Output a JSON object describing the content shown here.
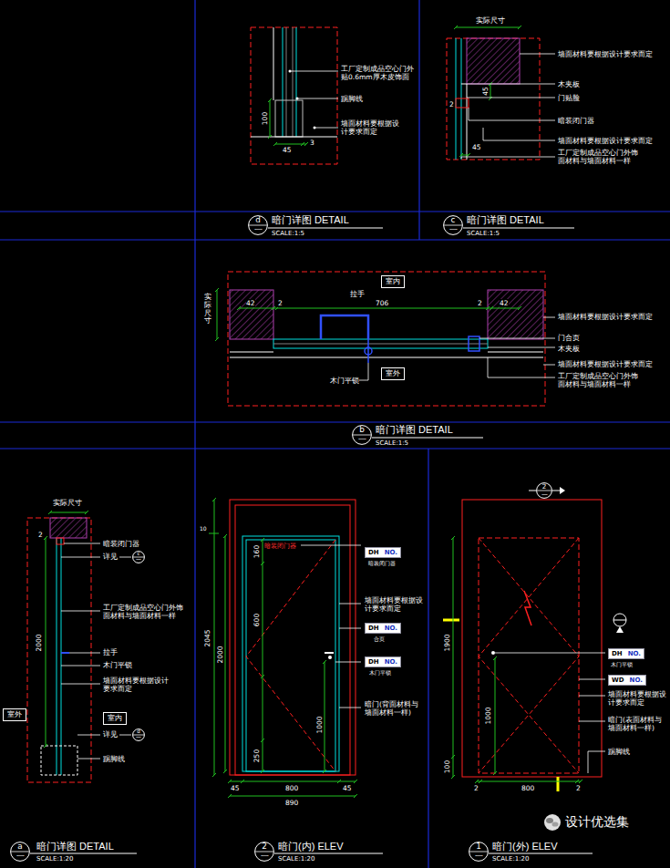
{
  "diagram": {
    "nodes": [
      {
        "text": [
          "d",
          "一"
        ]
      },
      {
        "text": [
          "c",
          "一"
        ]
      },
      {
        "text": [
          "室内"
        ]
      },
      {
        "text": [
          "室外"
        ]
      },
      {
        "text": [
          "b",
          "一"
        ]
      },
      {
        "text": [
          "c",
          "一"
        ]
      },
      {
        "text": [
          "室外"
        ]
      },
      {
        "text": [
          "室内"
        ]
      },
      {
        "text": [
          "d",
          "一"
        ]
      },
      {
        "text": [
          "a",
          "一"
        ]
      },
      {
        "text": [
          "DH",
          "NO."
        ]
      },
      {
        "text": [
          "DH",
          "NO."
        ]
      },
      {
        "text": [
          "DH",
          "NO."
        ]
      },
      {
        "text": [
          "2",
          "一"
        ]
      },
      {
        "text": [
          "2",
          "一"
        ]
      },
      {
        "text": [
          "DH",
          "NO."
        ]
      },
      {
        "text": [
          "WD",
          "NO."
        ]
      },
      {
        "text": [
          "1",
          "一"
        ]
      }
    ],
    "labels": [
      "工厂定制成品空心门外贴0.6mm厚木皮饰面",
      "踢脚线",
      "墙面材料要根据设计要求而定",
      "100",
      "45",
      "3",
      "暗门详图 DETAIL",
      "SCALE:1:5",
      "实际尺寸",
      "墙面材料要根据设计要求而定",
      "木夹板",
      "门贴脸",
      "暗装闭门器",
      "墙面材料要根据设计要求而定",
      "工厂定制成品空心门外饰面材料与墙面材料一样",
      "45",
      "2",
      "45",
      "暗门详图 DETAIL",
      "SCALE:1:5",
      "拉手",
      "42",
      "2",
      "706",
      "2",
      "42",
      "实际尺寸",
      "墙面材料要根据设计要求而定",
      "门合页",
      "木夹板",
      "墙面材料要根据设计要求而定",
      "工厂定制成品空心门外饰面材料与墙面材料一样",
      "木门平锁",
      "暗门详图 DETAIL",
      "SCALE:1:5",
      "实际尺寸",
      "2",
      "暗装闭门器",
      "详见",
      "2000",
      "工厂定制成品空心门外饰面材料与墙面材料一样",
      "拉手",
      "木门平锁",
      "墙面材料要根据设计要求而定",
      "详见",
      "踢脚线",
      "暗门详图 DETAIL",
      "SCALE:1:20",
      "10",
      "160",
      "600",
      "2045",
      "2000",
      "1000",
      "250",
      "45",
      "800",
      "45",
      "890",
      "暗装闭门器",
      "暗装闭门器",
      "墙面材料要根据设计要求而定",
      "合页",
      "木门平锁",
      "暗门(背面材料与墙面材料一样)",
      "暗门(内) ELEV",
      "SCALE:1:20",
      "1900",
      "100",
      "1000",
      "2",
      "800",
      "2",
      "木门平锁",
      "墙面材料要根据设计要求而定",
      "暗门(表面材料与墙面材料一样)",
      "踢脚线",
      "暗门(外) ELEV",
      "SCALE:1:20",
      "设计优选集"
    ]
  }
}
